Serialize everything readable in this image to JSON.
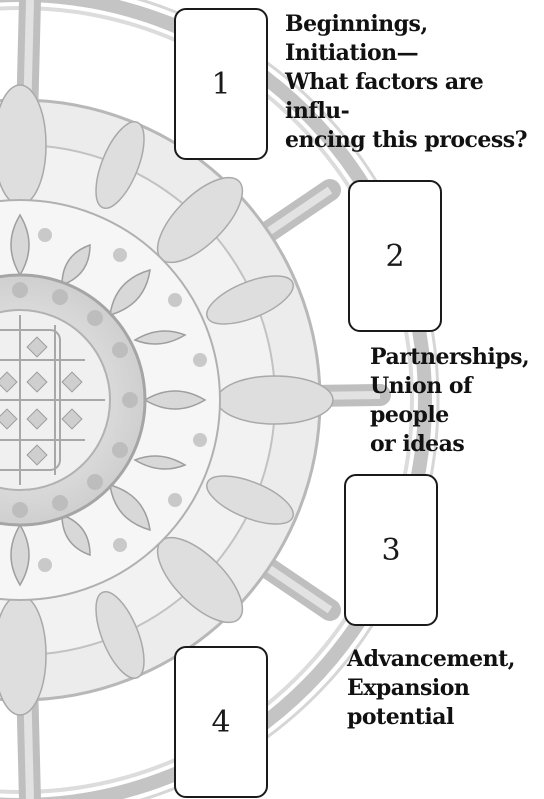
{
  "cards": [
    {
      "number": "1",
      "caption": "Beginnings, Initiation—\nWhat factors are influ-\nencing this process?"
    },
    {
      "number": "2",
      "caption": "Partnerships,\nUnion of people\nor ideas"
    },
    {
      "number": "3",
      "caption": "Advancement,\nExpansion\npotential"
    },
    {
      "number": "4",
      "caption": ""
    }
  ],
  "colors": {
    "line": "#1a1a1a",
    "wheel": "#bdbdbd",
    "wheel_fill": "#e6e6e6"
  },
  "icons": [
    "wheel-illustration"
  ]
}
